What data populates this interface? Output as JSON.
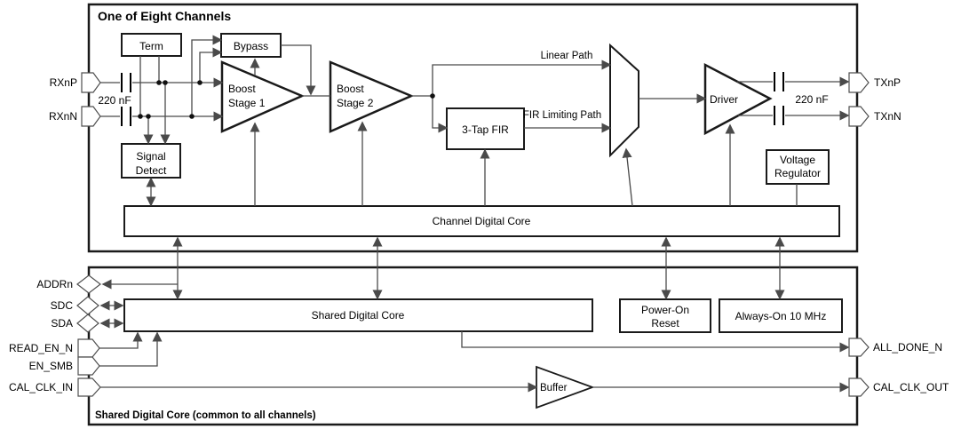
{
  "channel": {
    "title": "One of Eight Channels",
    "blocks": {
      "term": "Term",
      "bypass": "Bypass",
      "boost_stage_1": [
        "Boost",
        "Stage 1"
      ],
      "boost_stage_2": [
        "Boost",
        "Stage 2"
      ],
      "signal_detect": [
        "Signal",
        "Detect"
      ],
      "fir": "3-Tap FIR",
      "driver": "Driver",
      "voltage_regulator": [
        "Voltage",
        "Regulator"
      ],
      "channel_digital_core": "Channel Digital Core"
    },
    "path_labels": {
      "linear_path": "Linear Path",
      "fir_limiting_path": "FIR Limiting Path"
    },
    "capacitors": {
      "input": "220 nF",
      "output": "220 nF"
    },
    "pins": {
      "rxnp": "RXnP",
      "rxnn": "RXnN",
      "txnp": "TXnP",
      "txnn": "TXnN"
    }
  },
  "shared": {
    "footer": "Shared Digital Core (common to all channels)",
    "blocks": {
      "shared_digital_core": "Shared Digital Core",
      "power_on_reset": [
        "Power-On",
        "Reset"
      ],
      "always_on_10mhz": "Always-On 10 MHz",
      "buffer": "Buffer"
    },
    "pins": {
      "addrn": "ADDRn",
      "sdc": "SDC",
      "sda": "SDA",
      "read_en_n": "READ_EN_N",
      "en_smb": "EN_SMB",
      "cal_clk_in": "CAL_CLK_IN",
      "all_done_n": "ALL_DONE_N",
      "cal_clk_out": "CAL_CLK_OUT"
    }
  },
  "colors": {
    "wire": "#4a4a4a",
    "block_border": "#1a1a1a",
    "background": "#ffffff"
  }
}
